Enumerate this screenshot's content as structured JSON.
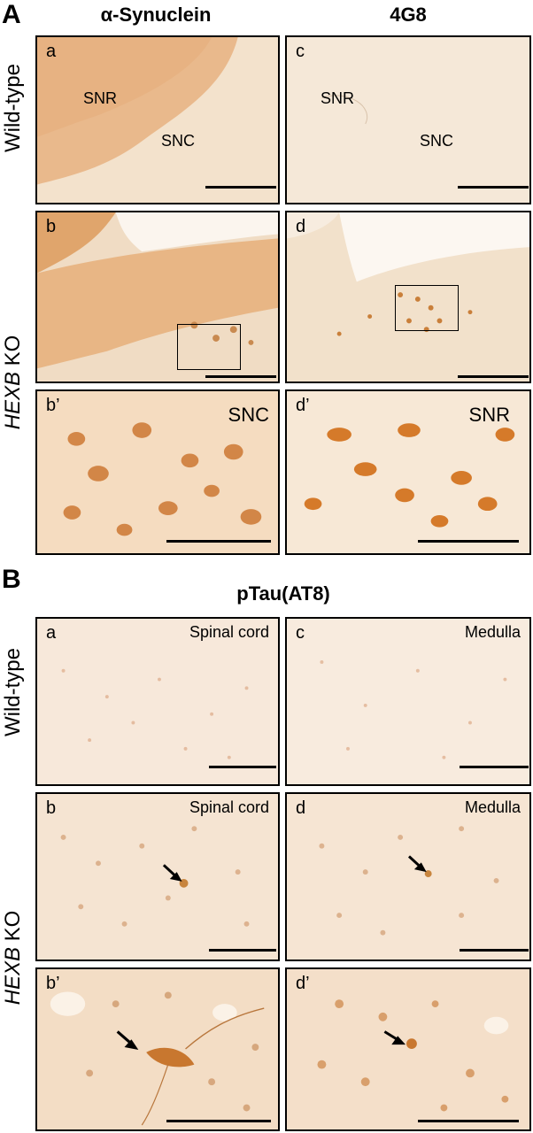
{
  "section_a": {
    "letter": "A",
    "col1": "α-Synuclein",
    "col2": "4G8",
    "row_wt": "Wild-type",
    "row_ko_gene": "HEXB",
    "row_ko_suffix": " KO",
    "panels": {
      "a": {
        "label": "a",
        "r1": "SNR",
        "r2": "SNC"
      },
      "c": {
        "label": "c",
        "r1": "SNR",
        "r2": "SNC"
      },
      "b": {
        "label": "b"
      },
      "d": {
        "label": "d"
      },
      "b2": {
        "label": "b’",
        "region": "SNC"
      },
      "d2": {
        "label": "d’",
        "region": "SNR"
      }
    }
  },
  "section_b": {
    "letter": "B",
    "title": "pTau(AT8)",
    "row_wt": "Wild-type",
    "row_ko_gene": "HEXB",
    "row_ko_suffix": " KO",
    "panels": {
      "a": {
        "label": "a",
        "region": "Spinal cord"
      },
      "c": {
        "label": "c",
        "region": "Medulla"
      },
      "b": {
        "label": "b",
        "region": "Spinal cord"
      },
      "d": {
        "label": "d",
        "region": "Medulla"
      },
      "b2": {
        "label": "b’"
      },
      "d2": {
        "label": "d’"
      }
    }
  },
  "colors": {
    "tissue_light": "#f4e3cf",
    "tissue_dense": "#e9b98a",
    "stain_cell": "#d67a2c",
    "pale_bg": "#f7eadb"
  }
}
